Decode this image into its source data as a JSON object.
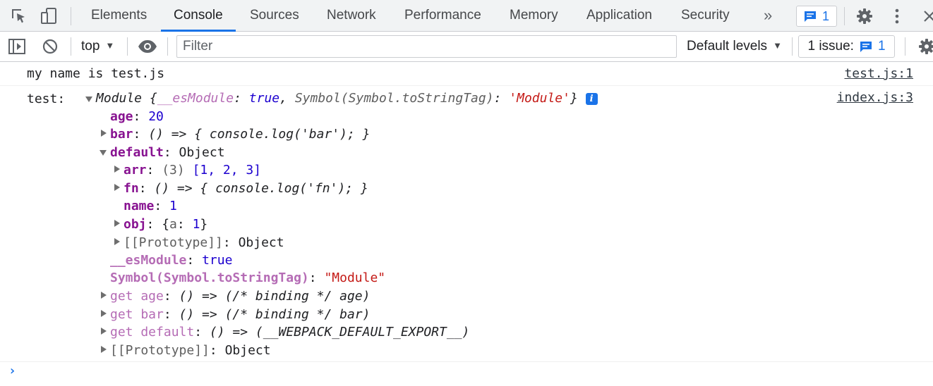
{
  "tabs": {
    "items": [
      "Elements",
      "Console",
      "Sources",
      "Network",
      "Performance",
      "Memory",
      "Application",
      "Security"
    ],
    "active": "Console",
    "overflow": "»",
    "messages_count": "1"
  },
  "toolbar": {
    "context": "top",
    "filter_placeholder": "Filter",
    "levels": "Default levels",
    "issues_label": "1 issue:",
    "issues_count": "1"
  },
  "log1": {
    "text": "my name is test.js",
    "source": "test.js:1"
  },
  "log2": {
    "label": "test:",
    "source": "index.js:3",
    "module_summary": {
      "head": "Module {",
      "k1": "__esModule",
      "v1": "true",
      "sep": ", ",
      "k2": "Symbol(Symbol.toStringTag)",
      "v2": "'Module'",
      "tail": "}"
    },
    "age": {
      "key": "age",
      "value": "20"
    },
    "bar": {
      "key": "bar",
      "value": "() => { console.log('bar'); }"
    },
    "default": {
      "key": "default",
      "value": "Object"
    },
    "arr": {
      "key": "arr",
      "count": "(3)",
      "value": "[1, 2, 3]"
    },
    "fn": {
      "key": "fn",
      "value": "() => { console.log('fn'); }"
    },
    "name": {
      "key": "name",
      "value": "1"
    },
    "obj": {
      "key": "obj",
      "open": "{",
      "inner_key": "a",
      "inner_value": "1",
      "close": "}"
    },
    "default_proto": {
      "key": "[[Prototype]]",
      "value": "Object"
    },
    "esModule": {
      "key": "__esModule",
      "value": "true"
    },
    "toStringTag": {
      "key": "Symbol(Symbol.toStringTag)",
      "value": "\"Module\""
    },
    "get_age": {
      "key": "get age",
      "value": "() => (/* binding */ age)"
    },
    "get_bar": {
      "key": "get bar",
      "value": "() => (/* binding */ bar)"
    },
    "get_default": {
      "key": "get default",
      "value": "() => (__WEBPACK_DEFAULT_EXPORT__)"
    },
    "proto": {
      "key": "[[Prototype]]",
      "value": "Object"
    }
  },
  "prompt": "›",
  "colors": {
    "accent": "#1a73e8",
    "key": "#881391",
    "number": "#1c00cf",
    "string": "#c41a16"
  }
}
